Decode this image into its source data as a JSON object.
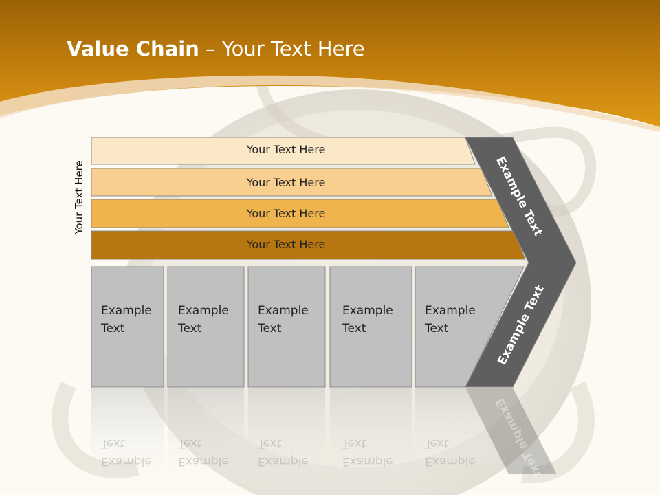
{
  "slide": {
    "title_bold": "Value Chain",
    "title_rest": " – Your Text Here",
    "side_label": "Your Text Here"
  },
  "bars": [
    {
      "label": "Your Text Here",
      "color": "#fbe8c8"
    },
    {
      "label": "Your Text Here",
      "color": "#f8cf8f"
    },
    {
      "label": "Your Text Here",
      "color": "#f0b44f"
    },
    {
      "label": "Your Text Here",
      "color": "#b87610"
    }
  ],
  "cells": [
    {
      "line1": "Example",
      "line2": "Text"
    },
    {
      "line1": "Example",
      "line2": "Text"
    },
    {
      "line1": "Example",
      "line2": "Text"
    },
    {
      "line1": "Example",
      "line2": "Text"
    },
    {
      "line1": "Example",
      "line2": "Text"
    }
  ],
  "chevron": {
    "upper": "Example Text",
    "lower": "Example Text",
    "color": "#5f5f5f"
  },
  "theme": {
    "header_color": "#d8900f",
    "cell_color": "#c0c0c0"
  }
}
